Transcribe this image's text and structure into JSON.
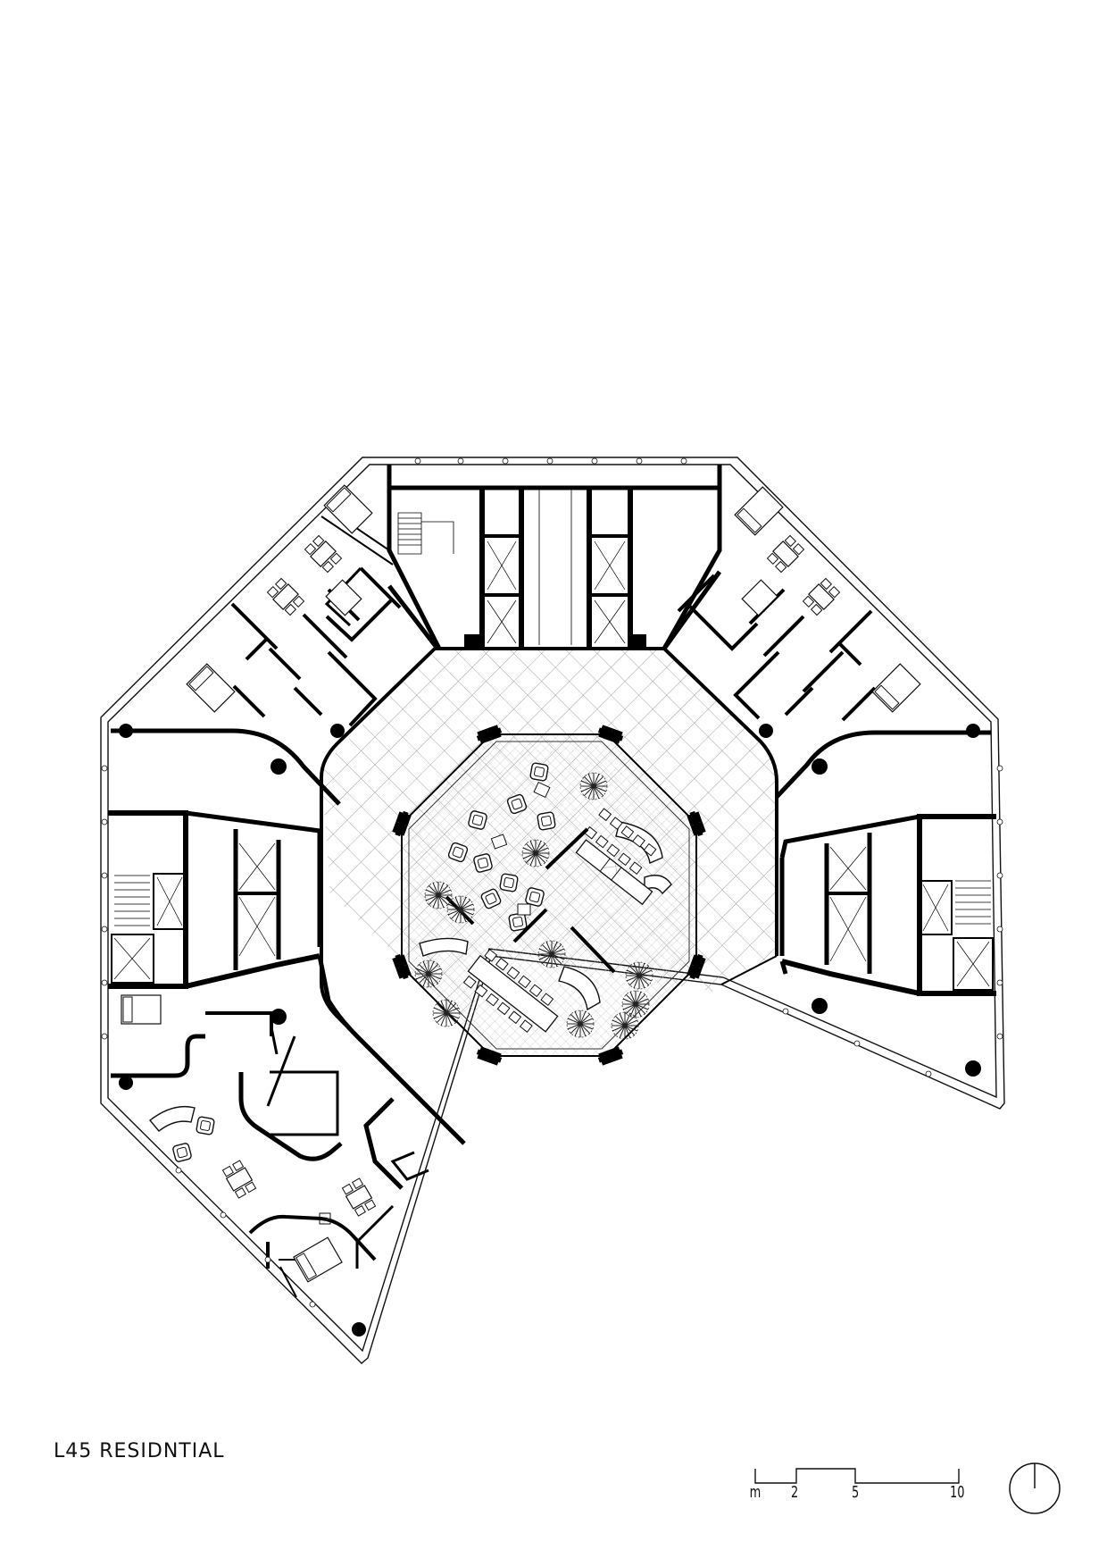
{
  "title": "L45 RESIDNTIAL",
  "scale": {
    "unit": "m",
    "ticks": [
      "2",
      "5",
      "10"
    ]
  },
  "colors": {
    "wall": "#000000",
    "fine": "#222222",
    "paper": "#ffffff",
    "hatch": "#8a8a8a"
  },
  "icons": {
    "north": "north-arrow-icon"
  }
}
